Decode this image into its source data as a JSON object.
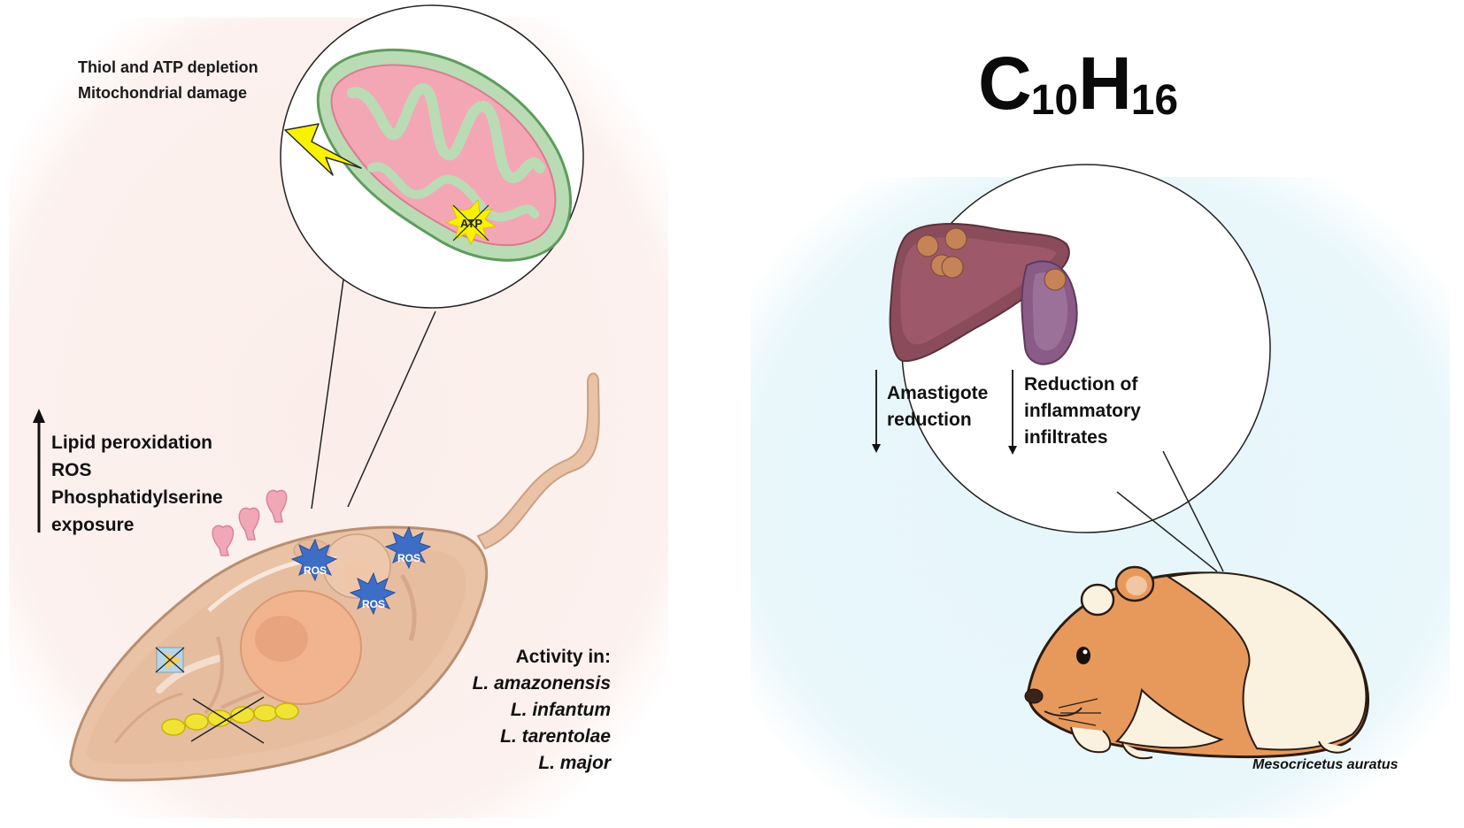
{
  "mitochondria": {
    "lines": [
      "Thiol and ATP depletion",
      "Mitochondrial damage"
    ],
    "atp_label": "ATP"
  },
  "parasite": {
    "increase_list": [
      "Lipid peroxidation",
      "ROS",
      "Phosphatidylserine",
      "exposure"
    ],
    "ros_label": "ROS",
    "activity_title": "Activity in:",
    "species": [
      "L. amazonensis",
      "L. infantum",
      "L. tarentolae",
      "L. major"
    ]
  },
  "compound": {
    "element1": "C",
    "count1": "10",
    "element2": "H",
    "count2": "16"
  },
  "host": {
    "amastigote_lines": [
      "Amastigote",
      "reduction"
    ],
    "infiltrate_lines": [
      "Reduction of",
      "inflammatory",
      "infiltrates"
    ],
    "species_name": "Mesocricetus auratus"
  },
  "colors": {
    "left_bg": "#fbeeea",
    "right_bg": "#e7f6fa",
    "mito_outer": "#b9dcb4",
    "mito_inner": "#f3a7b5",
    "parasite_body": "#eac3a6",
    "nucleus": "#f2b48e",
    "ros_star": "#3e6dc6",
    "lightning": "#f7f200",
    "liver": "#8a4c5b",
    "hamster_fur": "#e7995c"
  }
}
